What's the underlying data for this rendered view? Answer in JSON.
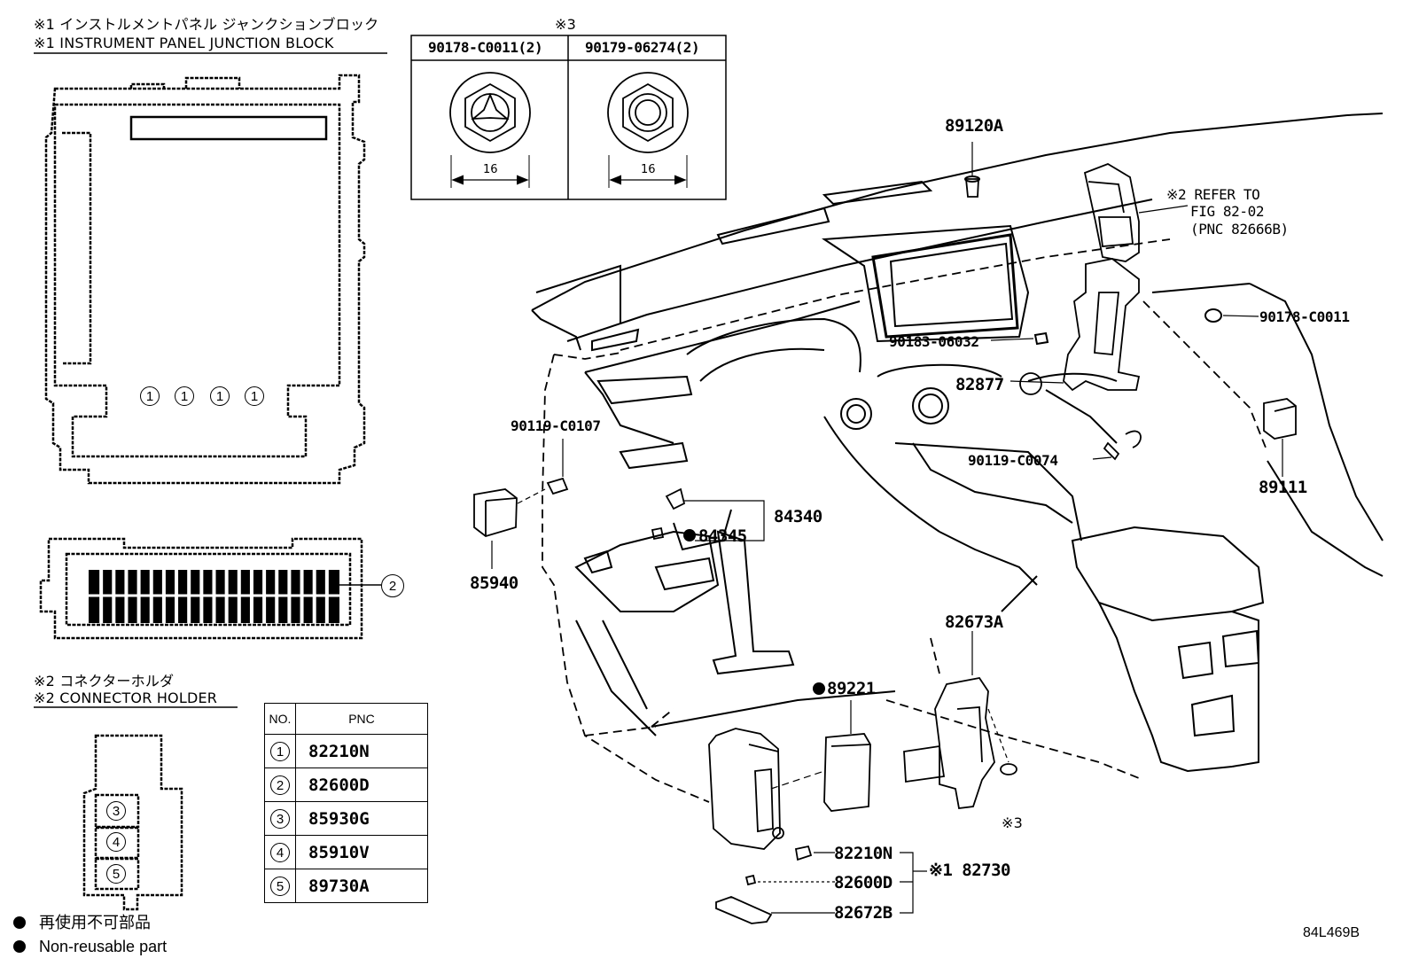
{
  "junction_block": {
    "title_jp": "※1 インストルメントパネル ジャンクションブロック",
    "title_en": "※1 INSTRUMENT PANEL JUNCTION BLOCK",
    "slot_labels": [
      "1",
      "1",
      "1",
      "1"
    ],
    "connector_label": "2"
  },
  "bolt_detail": {
    "ref_mark": "※3",
    "left_part": "90178-C0011(2)",
    "right_part": "90179-06274(2)",
    "left_size": "16",
    "right_size": "16"
  },
  "connector_holder": {
    "title_jp": "※2 コネクターホルダ",
    "title_en": "※2 CONNECTOR HOLDER",
    "slot_labels": [
      "3",
      "4",
      "5"
    ]
  },
  "pnc_table": {
    "header_no": "NO.",
    "header_pnc": "PNC",
    "rows": [
      {
        "no": "1",
        "pnc": "82210N"
      },
      {
        "no": "2",
        "pnc": "82600D"
      },
      {
        "no": "3",
        "pnc": "85930G"
      },
      {
        "no": "4",
        "pnc": "85910V"
      },
      {
        "no": "5",
        "pnc": "89730A"
      }
    ]
  },
  "legend": {
    "jp": "再使用不可部品",
    "en": "Non-reusable part"
  },
  "callouts": {
    "p89120A": "89120A",
    "refer_line1": "※2 REFER TO",
    "refer_line2": "FIG 82-02",
    "refer_line3": "(PNC 82666B)",
    "p90178": "90178-C0011",
    "p90183": "90183-06032",
    "p82877": "82877",
    "p90119a": "90119-C0107",
    "p90119b": "90119-C0074",
    "p89111": "89111",
    "p84340": "84340",
    "p84345": "84345",
    "p85940": "85940",
    "p82673A": "82673A",
    "p89221": "89221",
    "p82210N": "82210N",
    "p82600D": "82600D",
    "p82672B": "82672B",
    "p82730": "※1 82730",
    "ref3": "※3"
  },
  "figure_id": "84L469B"
}
